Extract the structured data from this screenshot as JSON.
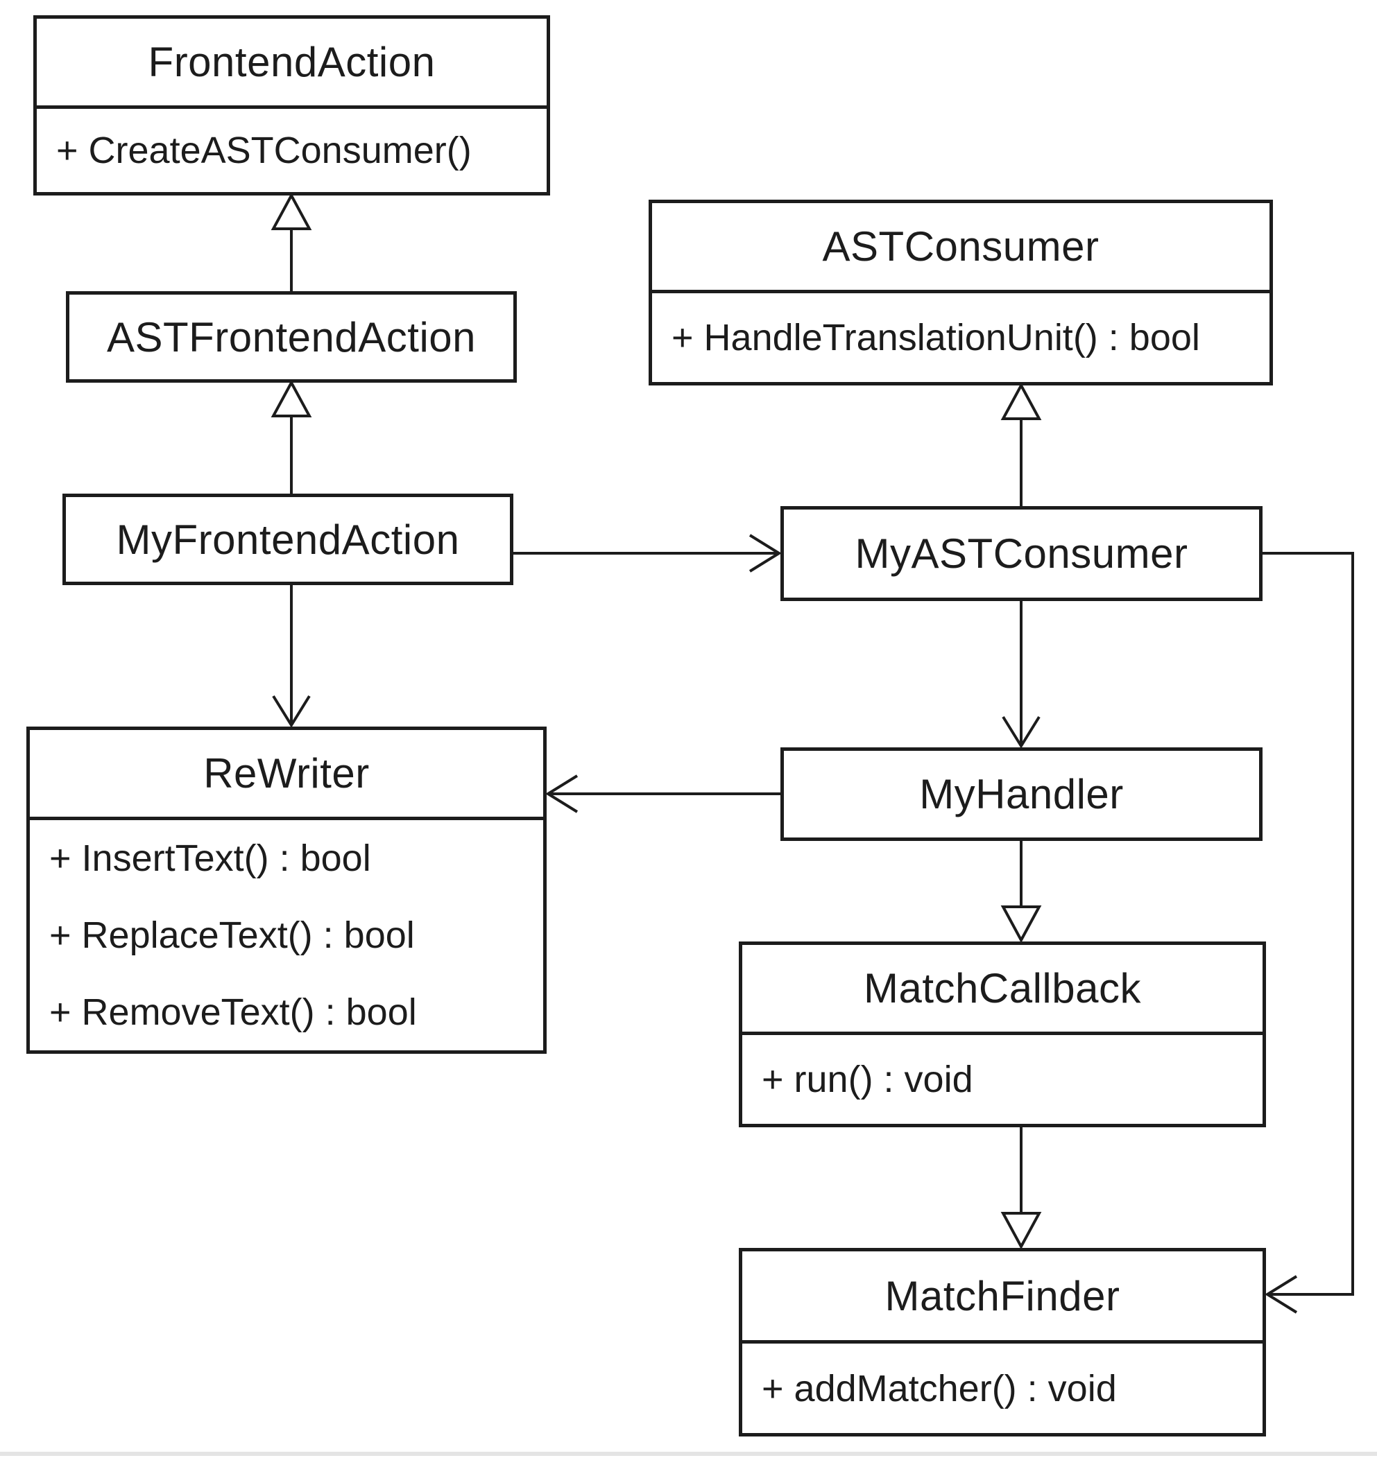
{
  "diagram": {
    "title": "Clang LibTooling UML class diagram",
    "colors": {
      "line": "#1c1c1c",
      "box_fill": "#ffffff",
      "background": "#ffffff",
      "page_edge": "#e4e4e4"
    },
    "classes": {
      "frontend_action": {
        "name": "FrontendAction",
        "methods": [
          "+ CreateASTConsumer()"
        ]
      },
      "ast_frontend_action": {
        "name": "ASTFrontendAction",
        "methods": []
      },
      "my_frontend_action": {
        "name": "MyFrontendAction",
        "methods": []
      },
      "ast_consumer": {
        "name": "ASTConsumer",
        "methods": [
          "+ HandleTranslationUnit() : bool"
        ]
      },
      "my_ast_consumer": {
        "name": "MyASTConsumer",
        "methods": []
      },
      "rewriter": {
        "name": "ReWriter",
        "methods": [
          "+ InsertText() : bool",
          "+ ReplaceText() : bool",
          "+ RemoveText() : bool"
        ]
      },
      "my_handler": {
        "name": "MyHandler",
        "methods": []
      },
      "match_callback": {
        "name": "MatchCallback",
        "methods": [
          "+ run() : void"
        ]
      },
      "match_finder": {
        "name": "MatchFinder",
        "methods": [
          "+ addMatcher() : void"
        ]
      }
    },
    "relationships": [
      {
        "from": "ASTFrontendAction",
        "to": "FrontendAction",
        "type": "generalization",
        "arrowhead": "hollow-triangle-up"
      },
      {
        "from": "MyFrontendAction",
        "to": "ASTFrontendAction",
        "type": "generalization",
        "arrowhead": "hollow-triangle-up"
      },
      {
        "from": "MyASTConsumer",
        "to": "ASTConsumer",
        "type": "generalization",
        "arrowhead": "hollow-triangle-up"
      },
      {
        "from": "MyFrontendAction",
        "to": "MyASTConsumer",
        "type": "association",
        "arrowhead": "open-v-right"
      },
      {
        "from": "MyFrontendAction",
        "to": "ReWriter",
        "type": "association",
        "arrowhead": "open-v-down"
      },
      {
        "from": "MyASTConsumer",
        "to": "MyHandler",
        "type": "association",
        "arrowhead": "open-v-down"
      },
      {
        "from": "MyHandler",
        "to": "ReWriter",
        "type": "association",
        "arrowhead": "open-v-left"
      },
      {
        "from": "MyHandler",
        "to": "MatchCallback",
        "type": "generalization",
        "arrowhead": "hollow-triangle-down"
      },
      {
        "from": "MatchCallback",
        "to": "MatchFinder",
        "type": "generalization",
        "arrowhead": "hollow-triangle-down"
      },
      {
        "from": "MyASTConsumer",
        "to": "MatchFinder",
        "type": "association",
        "arrowhead": "open-v-left",
        "route": "right-edge-down"
      }
    ]
  }
}
